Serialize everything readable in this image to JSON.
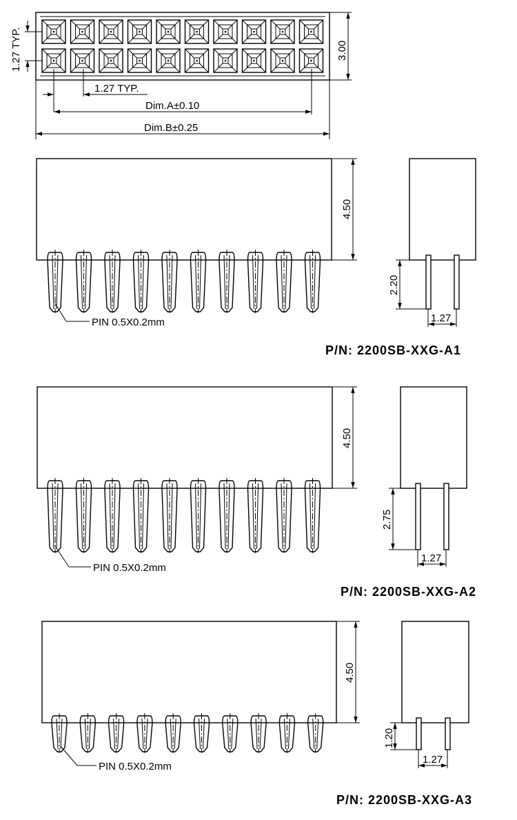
{
  "top_view": {
    "pitch_vertical": "1.27 TYP.",
    "pitch_horizontal": "1.27 TYP.",
    "width": "3.00",
    "dim_a": "Dim.A±0.10",
    "dim_b": "Dim.B±0.25",
    "rows": 2,
    "columns": 10
  },
  "variants": [
    {
      "part_number": "P/N: 2200SB-XXG-A1",
      "height": "4.50",
      "pin_length": "2.20",
      "pin_pitch": "1.27",
      "pin_note": "PIN 0.5X0.2mm"
    },
    {
      "part_number": "P/N: 2200SB-XXG-A2",
      "height": "4.50",
      "pin_length": "2.75",
      "pin_pitch": "1.27",
      "pin_note": "PIN 0.5X0.2mm"
    },
    {
      "part_number": "P/N: 2200SB-XXG-A3",
      "height": "4.50",
      "pin_length": "1.20",
      "pin_pitch": "1.27",
      "pin_note": "PIN 0.5X0.2mm"
    }
  ]
}
